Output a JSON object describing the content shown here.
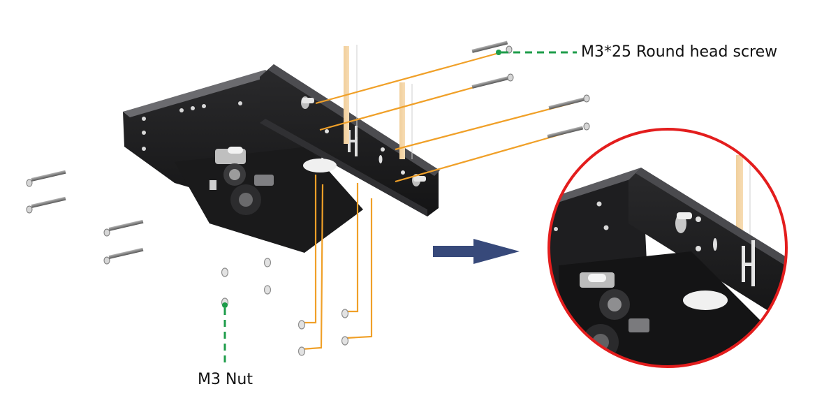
{
  "callouts": {
    "screw_label": "M3*25 Round head screw",
    "nut_label": "M3 Nut"
  },
  "colors": {
    "guide_line": "#f0a028",
    "callout_line": "#1e9c4a",
    "arrow": "#37497a",
    "magnifier_ring": "#e31d1d",
    "plate": "#1c1c1e",
    "plate_edge": "#3a3a3d",
    "fastener": "#8a8a8a"
  },
  "icons": {
    "direction": "right-arrow-icon",
    "zoom": "magnifier-circle"
  }
}
